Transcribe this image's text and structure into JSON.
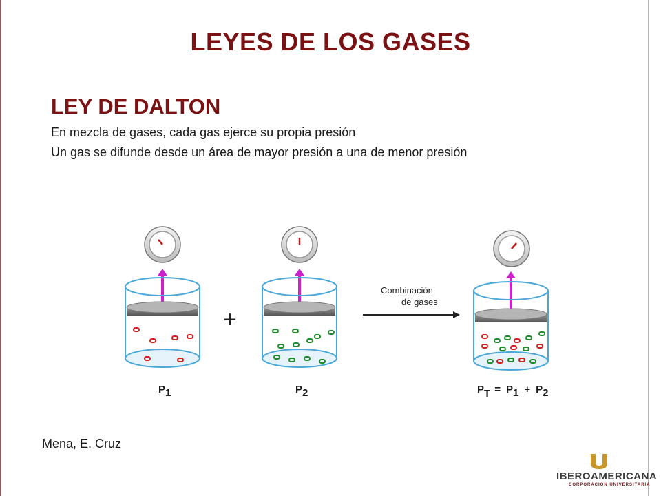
{
  "slide": {
    "title": "LEYES DE LOS GASES",
    "subtitle": "LEY DE DALTON",
    "lines": [
      "En mezcla de gases, cada gas ejerce su propia presión",
      "Un gas se difunde desde un área de mayor presión a una de menor presión"
    ],
    "author": "Mena, E. Cruz"
  },
  "diagram": {
    "plus": "+",
    "arrow_label_1": "Combinación",
    "arrow_label_2": "de gases",
    "container_1": {
      "label_main": "P",
      "label_sub": "1"
    },
    "container_2": {
      "label_main": "P",
      "label_sub": "2"
    },
    "container_3": {
      "pt_main": "P",
      "pt_sub": "T",
      "equals": "=",
      "p1_main": "P",
      "p1_sub": "1",
      "plus": "+",
      "p2_main": "P",
      "p2_sub": "2"
    },
    "colors": {
      "gas_1": "#d62020",
      "gas_2": "#1e8c2a",
      "piston_rod": "#cc22cc",
      "container": "#4aa8d8"
    }
  },
  "logo": {
    "name": "IBEROAMERICANA",
    "sub": "CORPORACIÓN UNIVERSITARIA"
  }
}
